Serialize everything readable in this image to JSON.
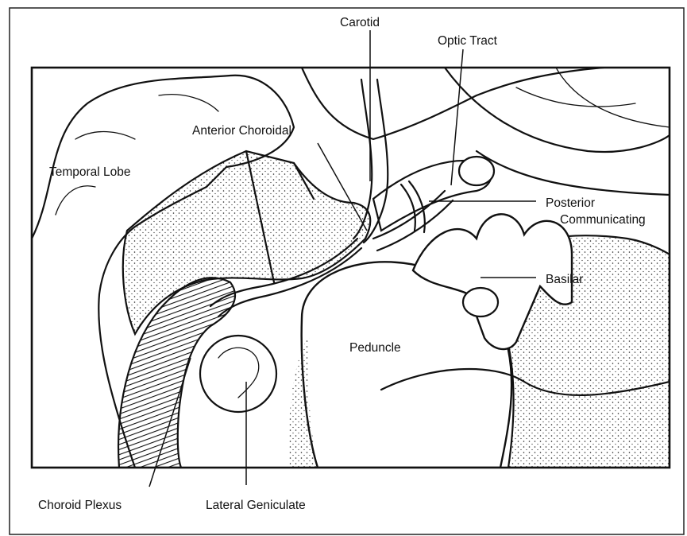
{
  "figure": {
    "labels": {
      "carotid": "Carotid",
      "optic_tract": "Optic Tract",
      "anterior_choroidal": "Anterior Choroidal",
      "temporal_lobe": "Temporal Lobe",
      "posterior_communicating_line1": "Posterior",
      "posterior_communicating_line2": "Communicating",
      "basilar": "Basilar",
      "peduncle": "Peduncle",
      "choroid_plexus": "Choroid Plexus",
      "lateral_geniculate": "Lateral Geniculate"
    }
  }
}
